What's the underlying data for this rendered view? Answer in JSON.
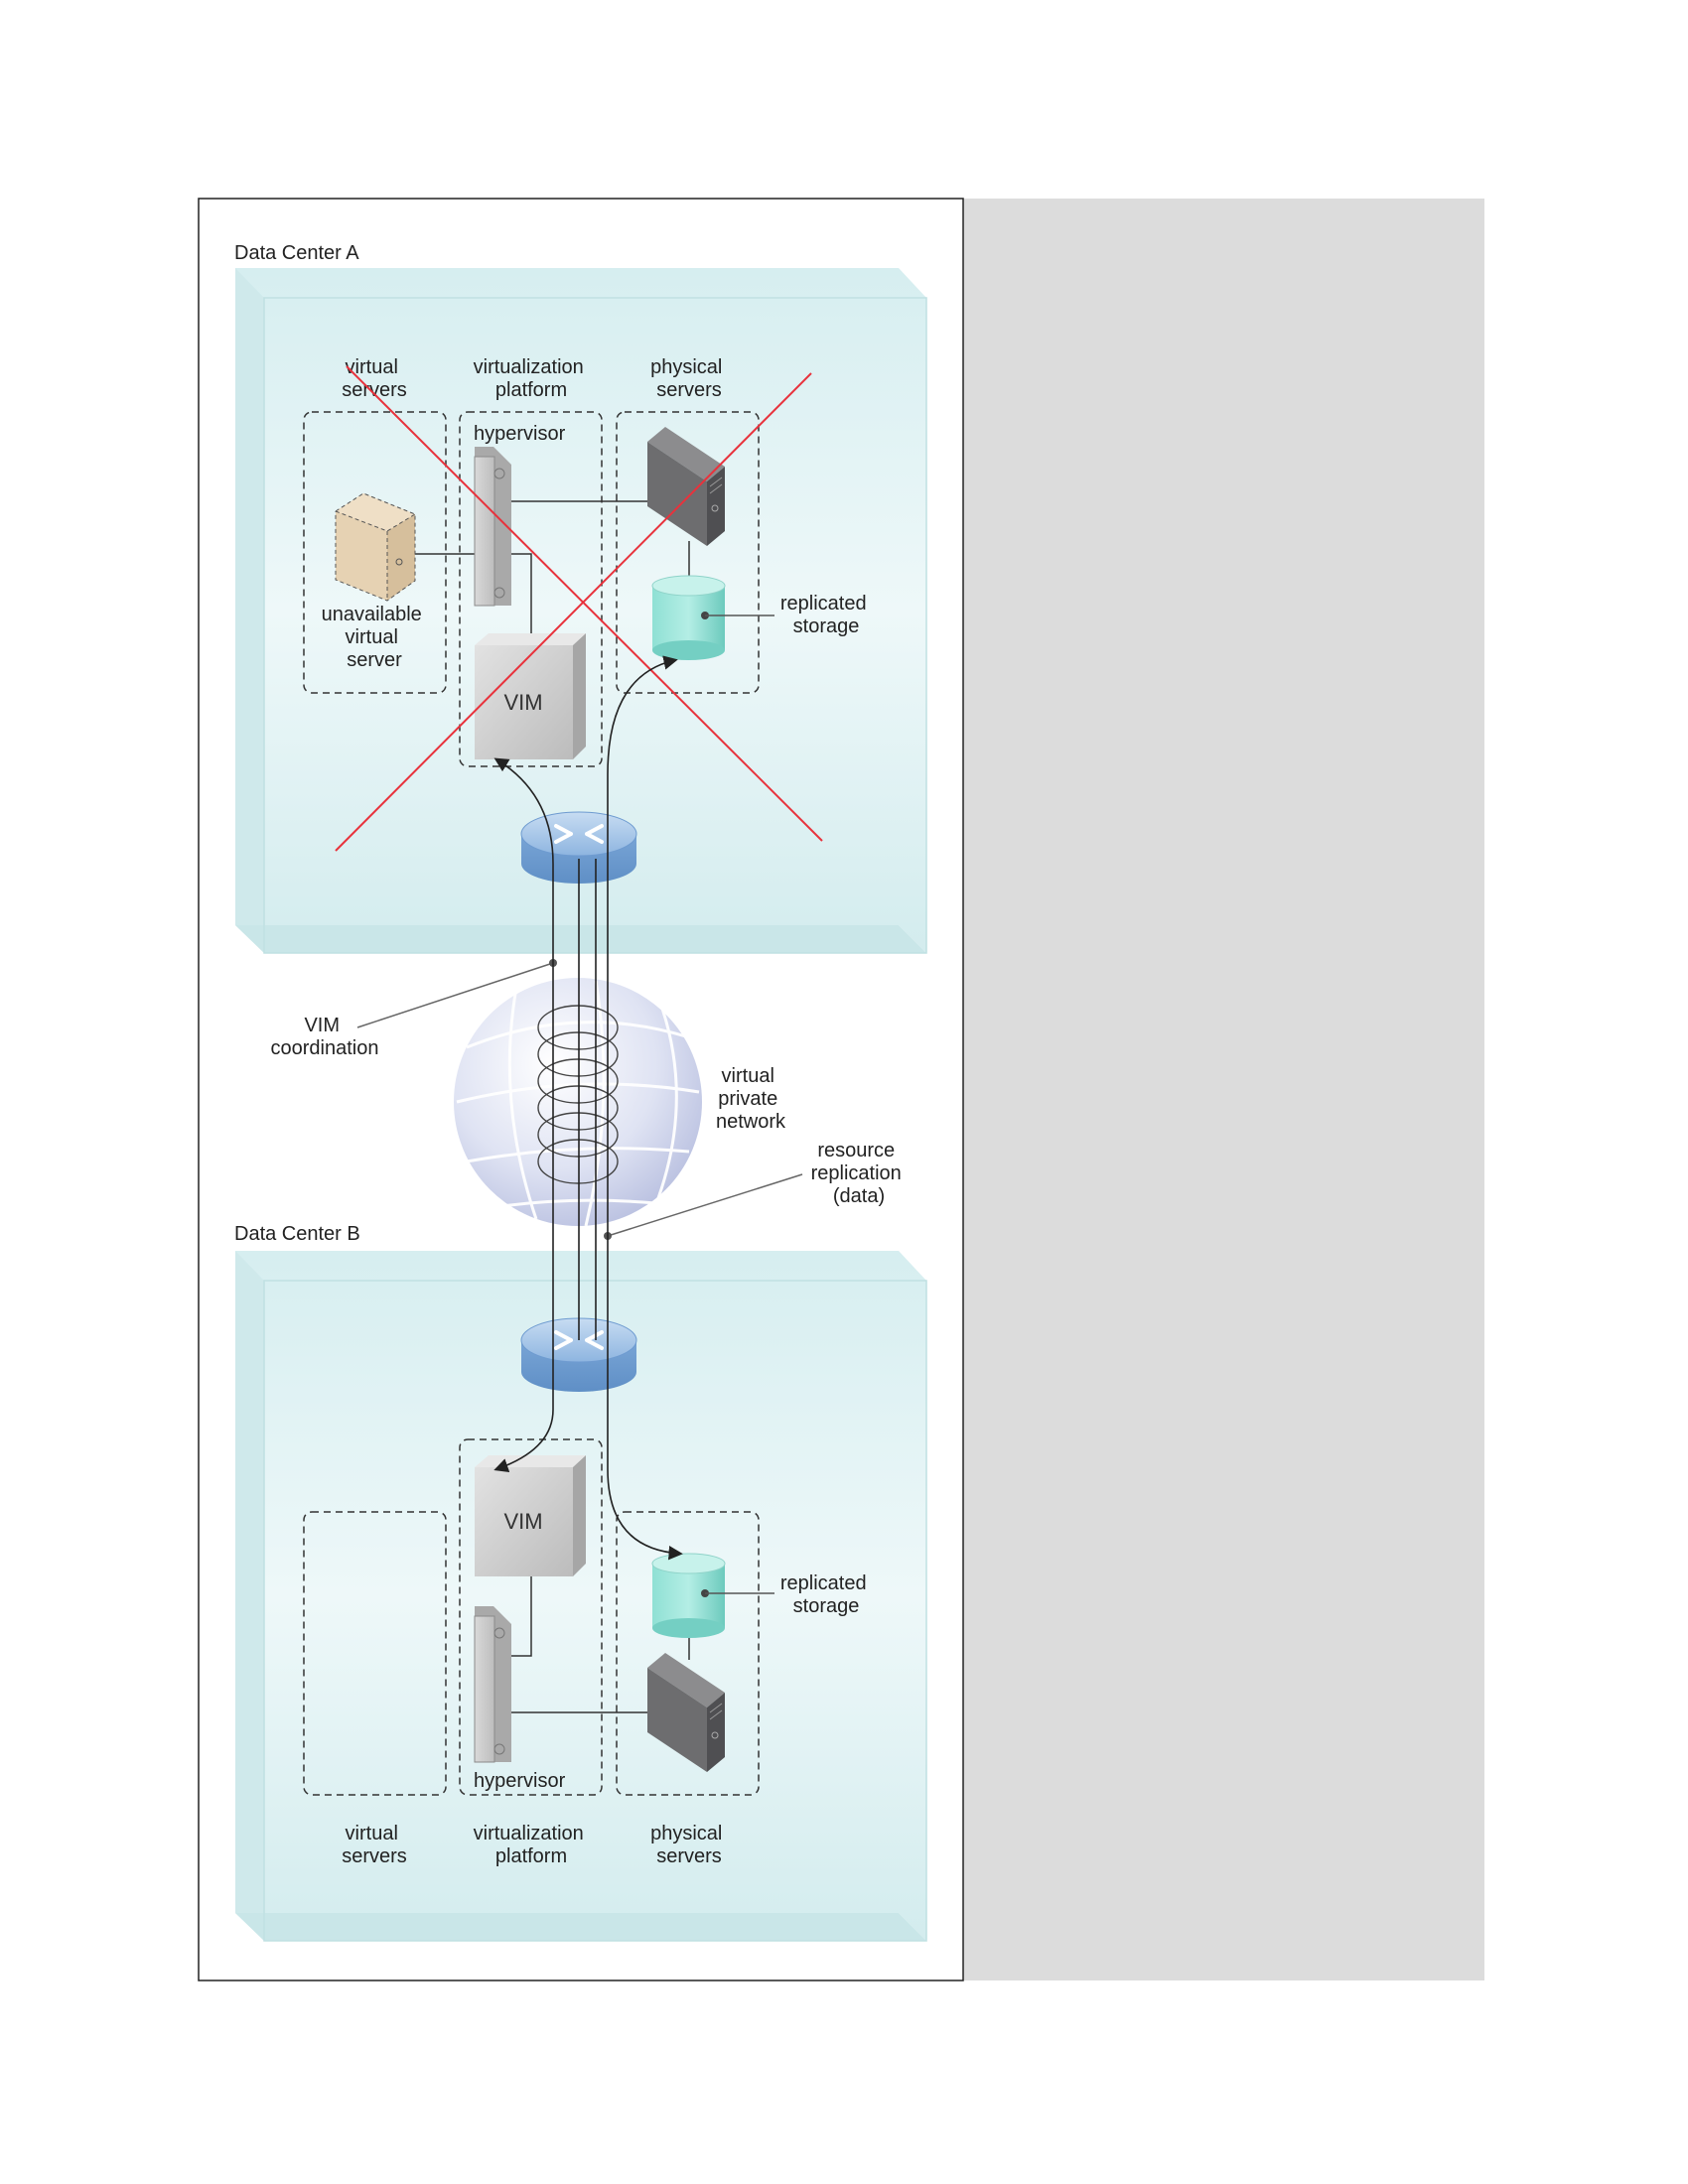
{
  "colors": {
    "panel_background": "#dcdcdc",
    "room_fill": "#e4f3f4",
    "failure_cross": "#e8323c",
    "storage": "#7fd6cc",
    "server": "#6d6d6f",
    "vim_box": "#cfcfcf",
    "router": "#8fb7e2",
    "unavailable_server": "#e6d2b3"
  },
  "datacenter_a": {
    "title": "Data Center A",
    "col_virtual": [
      "virtual",
      "servers"
    ],
    "col_platform": [
      "virtualization",
      "platform"
    ],
    "col_physical": [
      "physical",
      "servers"
    ],
    "hypervisor": "hypervisor",
    "unavailable_server": [
      "unavailable",
      "virtual",
      "server"
    ],
    "vim": "VIM",
    "replicated_storage": [
      "replicated",
      "storage"
    ],
    "status": "failed (crossed out)"
  },
  "network": {
    "vim_coordination": [
      "VIM",
      "coordination"
    ],
    "vpn": [
      "virtual",
      "private",
      "network"
    ],
    "resource_replication": [
      "resource",
      "replication",
      "(data)"
    ]
  },
  "datacenter_b": {
    "title": "Data Center B",
    "vim": "VIM",
    "hypervisor": "hypervisor",
    "replicated_storage": [
      "replicated",
      "storage"
    ],
    "col_virtual": [
      "virtual",
      "servers"
    ],
    "col_platform": [
      "virtualization",
      "platform"
    ],
    "col_physical": [
      "physical",
      "servers"
    ]
  }
}
